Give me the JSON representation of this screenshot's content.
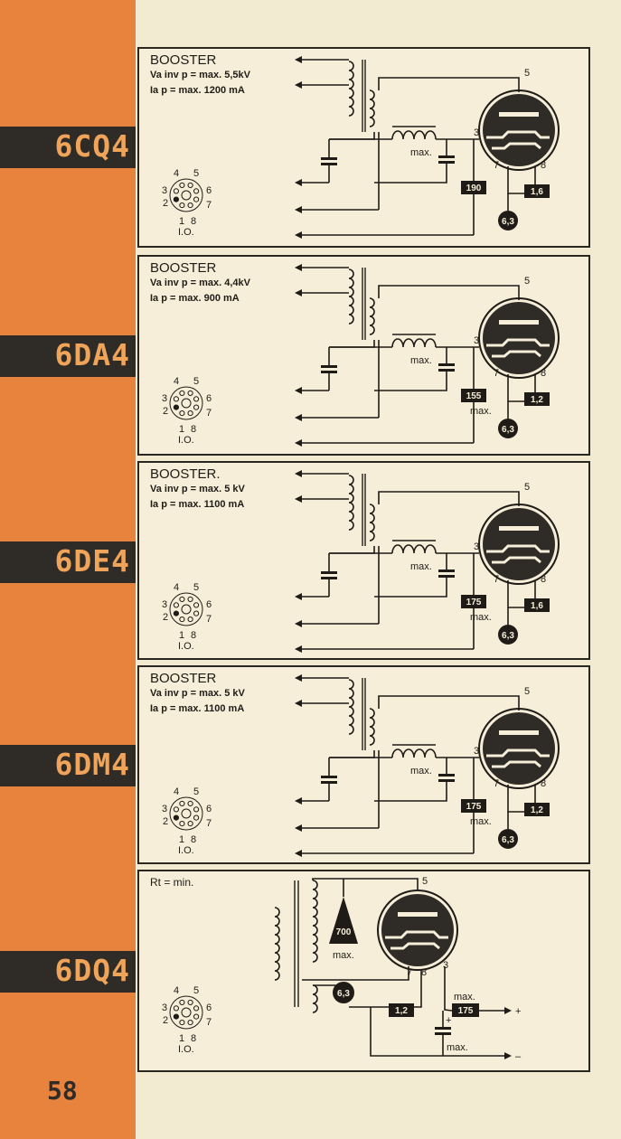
{
  "page_number": "58",
  "tubes": [
    {
      "name": "6CQ4",
      "title": "BOOSTER",
      "line1": "Va inv p = max. 5,5kV",
      "line2": "Ia p = max. 1200 mA",
      "resistor": "190",
      "capmax": "max.",
      "heater": "1,6",
      "volt": "6,3",
      "pin5": "5",
      "pin3": "3",
      "pin7": "7",
      "pin8": "8",
      "socket_label": "I.O."
    },
    {
      "name": "6DA4",
      "title": "BOOSTER",
      "line1": "Va inv p = max. 4,4kV",
      "line2": "Ia p = max. 900 mA",
      "resistor": "155",
      "capmax": "max.",
      "resmax": "max.",
      "heater": "1,2",
      "volt": "6,3",
      "pin5": "5",
      "pin3": "3",
      "pin7": "7",
      "pin8": "8",
      "socket_label": "I.O."
    },
    {
      "name": "6DE4",
      "title": "BOOSTER.",
      "line1": "Va inv p = max. 5 kV",
      "line2": "Ia p = max. 1100 mA",
      "resistor": "175",
      "capmax": "max.",
      "resmax": "max.",
      "heater": "1,6",
      "volt": "6,3",
      "pin5": "5",
      "pin3": "3",
      "pin7": "7",
      "pin8": "8",
      "socket_label": "I.O."
    },
    {
      "name": "6DM4",
      "title": "BOOSTER",
      "line1": "Va inv p = max. 5 kV",
      "line2": "Ia p = max. 1100 mA",
      "resistor": "175",
      "capmax": "max.",
      "resmax": "max.",
      "heater": "1,2",
      "volt": "6,3",
      "pin5": "5",
      "pin3": "3",
      "pin7": "7",
      "pin8": "8",
      "socket_label": "I.O."
    },
    {
      "name": "6DQ4",
      "title": "Rt = min.",
      "r700": "700",
      "r700max": "max.",
      "volt": "6,3",
      "heater": "1,2",
      "res175": "175",
      "res175max": "max.",
      "capmax": "max.",
      "plus": "+",
      "minus": "–",
      "pin5": "5",
      "pin3": "3",
      "pin7": "7",
      "pin8": "8",
      "socket_label": "I.O."
    }
  ],
  "socket_pins": [
    "4",
    "5",
    "3",
    "6",
    "2",
    "7",
    "1",
    "8"
  ],
  "colors": {
    "sidebar": "#e8833e",
    "band": "#2f2b27",
    "band_text": "#f0a45a",
    "paper": "#f3ead2",
    "ink": "#1f1b17"
  }
}
